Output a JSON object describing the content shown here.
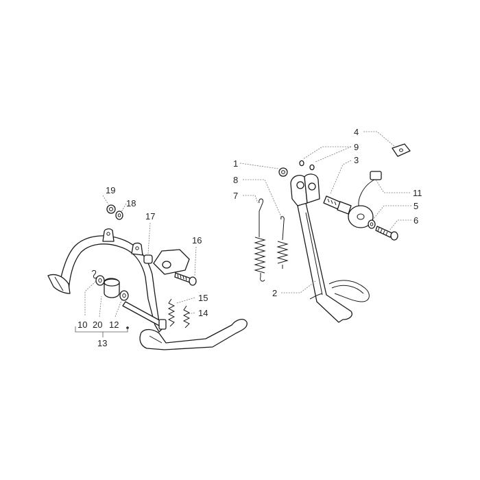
{
  "callouts": {
    "c1": "1",
    "c2": "2",
    "c3": "3",
    "c4": "4",
    "c5": "5",
    "c6": "6",
    "c7": "7",
    "c8": "8",
    "c9": "9",
    "c10": "10",
    "c11": "11",
    "c12": "12",
    "c13": "13",
    "c14": "14",
    "c15": "15",
    "c16": "16",
    "c17": "17",
    "c18": "18",
    "c19": "19",
    "c20": "20"
  },
  "colors": {
    "line": "#1a1a1a",
    "leader": "#777777",
    "background": "#ffffff"
  }
}
